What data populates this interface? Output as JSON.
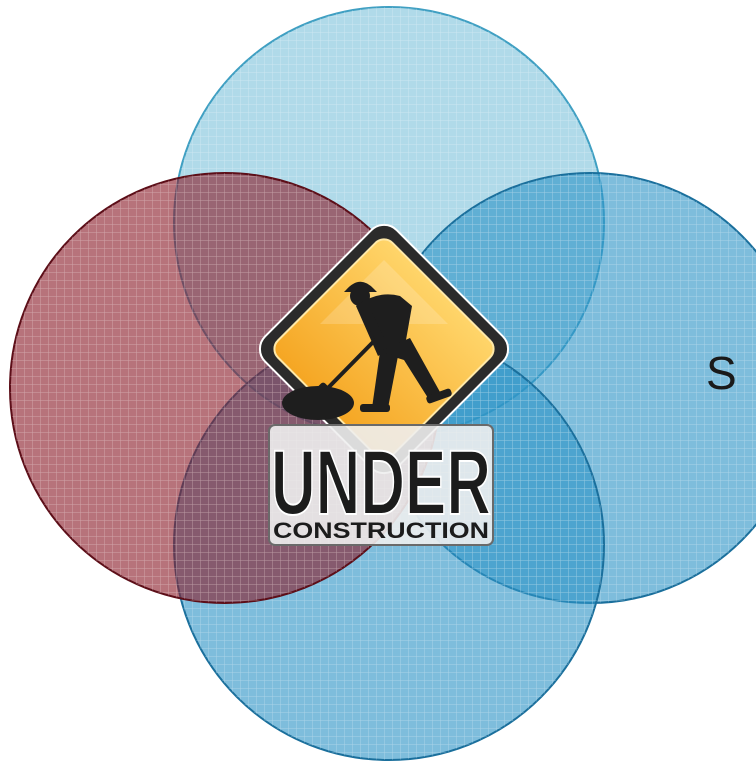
{
  "diagram": {
    "circles": [
      {
        "id": "top",
        "fill": "#7fc3db",
        "stroke": "#3f9fc2"
      },
      {
        "id": "left",
        "fill": "#8b1d2a",
        "stroke": "#5c0e18"
      },
      {
        "id": "right",
        "fill": "#2f95c6",
        "stroke": "#1a6f9c"
      },
      {
        "id": "bottom",
        "fill": "#2f95c6",
        "stroke": "#1a6f9c"
      }
    ],
    "side_text": "S"
  },
  "sign": {
    "icon": "under-construction-sign",
    "line1": "UNDER",
    "line2": "CONSTRUCTION",
    "colors": {
      "face": "#f5a623",
      "face_light": "#ffd56a",
      "border": "#2b2b2b",
      "text": "#1c1c1c"
    }
  }
}
